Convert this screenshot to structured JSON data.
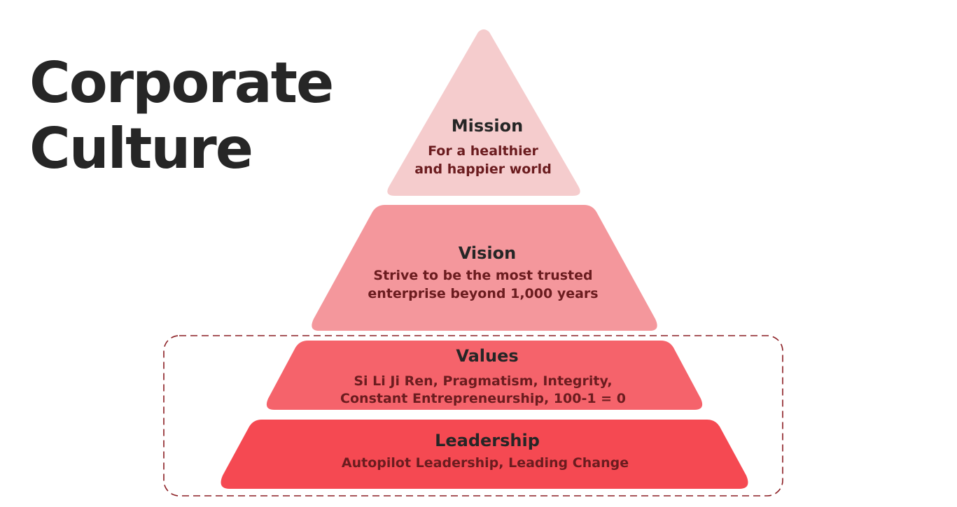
{
  "title": {
    "line1": "Corporate",
    "line2": "Culture"
  },
  "colors": {
    "title_text": "#262626",
    "tier_title_text": "#262626",
    "tier_desc_text": "#6b1c1f",
    "highlight_border": "#8b1e23"
  },
  "tiers": [
    {
      "title": "Mission",
      "lines": [
        "For a healthier",
        "and happier world"
      ],
      "color": "#f5cccd"
    },
    {
      "title": "Vision",
      "lines": [
        "Strive to be the most trusted",
        "enterprise beyond 1,000 years"
      ],
      "color": "#f4979c"
    },
    {
      "title": "Values",
      "lines": [
        "Si Li Ji Ren, Pragmatism, Integrity,",
        "Constant Entrepreneurship, 100-1 = 0"
      ],
      "color": "#f5636b"
    },
    {
      "title": "Leadership",
      "lines": [
        "Autopilot Leadership, Leading Change"
      ],
      "color": "#f54952"
    }
  ]
}
